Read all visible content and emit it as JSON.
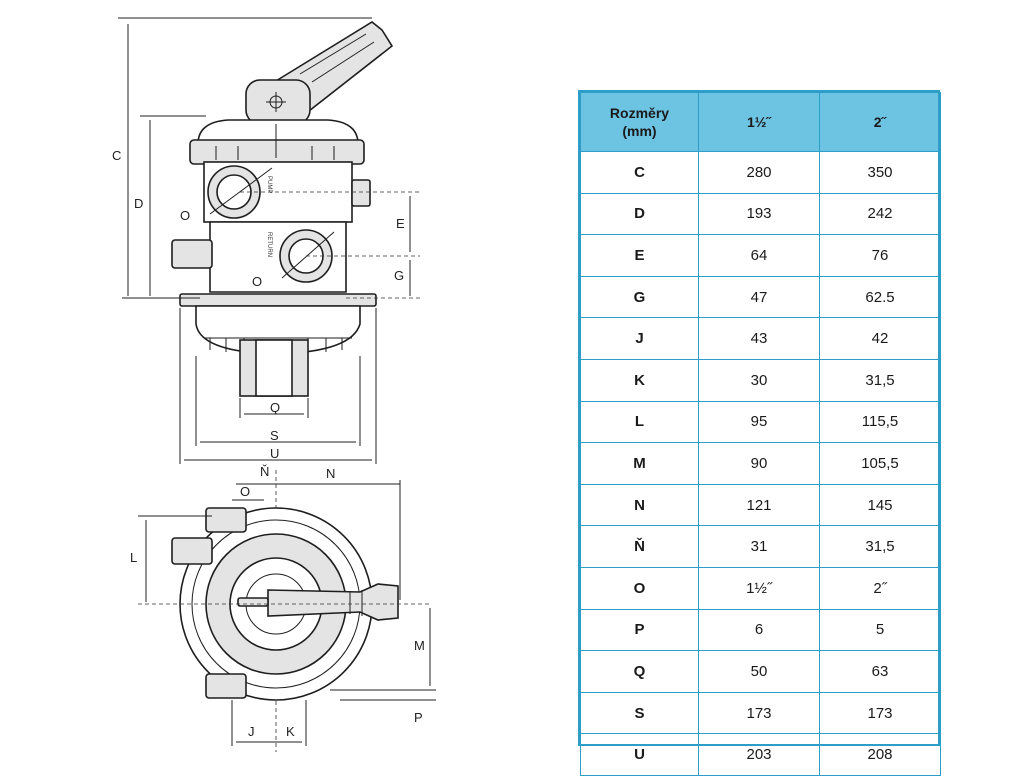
{
  "labels": {
    "c": "C",
    "d": "D",
    "e": "E",
    "g": "G",
    "o_left": "O",
    "o_center": "O",
    "q": "Q",
    "s": "S",
    "u": "U",
    "n_tilde": "Ň",
    "n": "N",
    "o_top": "O",
    "l": "L",
    "m": "M",
    "p": "P",
    "j": "J",
    "k": "K",
    "pump": "PUMP",
    "return": "RETURN"
  },
  "table": {
    "header": [
      "Rozměry\n(mm)",
      "1½˝",
      "2˝"
    ],
    "rows": [
      [
        "C",
        "280",
        "350"
      ],
      [
        "D",
        "193",
        "242"
      ],
      [
        "E",
        "64",
        "76"
      ],
      [
        "G",
        "47",
        "62.5"
      ],
      [
        "J",
        "43",
        "42"
      ],
      [
        "K",
        "30",
        "31,5"
      ],
      [
        "L",
        "95",
        "115,5"
      ],
      [
        "M",
        "90",
        "105,5"
      ],
      [
        "N",
        "121",
        "145"
      ],
      [
        "Ň",
        "31",
        "31,5"
      ],
      [
        "O",
        "1½˝",
        "2˝"
      ],
      [
        "P",
        "6",
        "5"
      ],
      [
        "Q",
        "50",
        "63"
      ],
      [
        "S",
        "173",
        "173"
      ],
      [
        "U",
        "203",
        "208"
      ]
    ]
  },
  "colors": {
    "header_bg": "#6cc3e2",
    "border": "#2e9ec9"
  }
}
